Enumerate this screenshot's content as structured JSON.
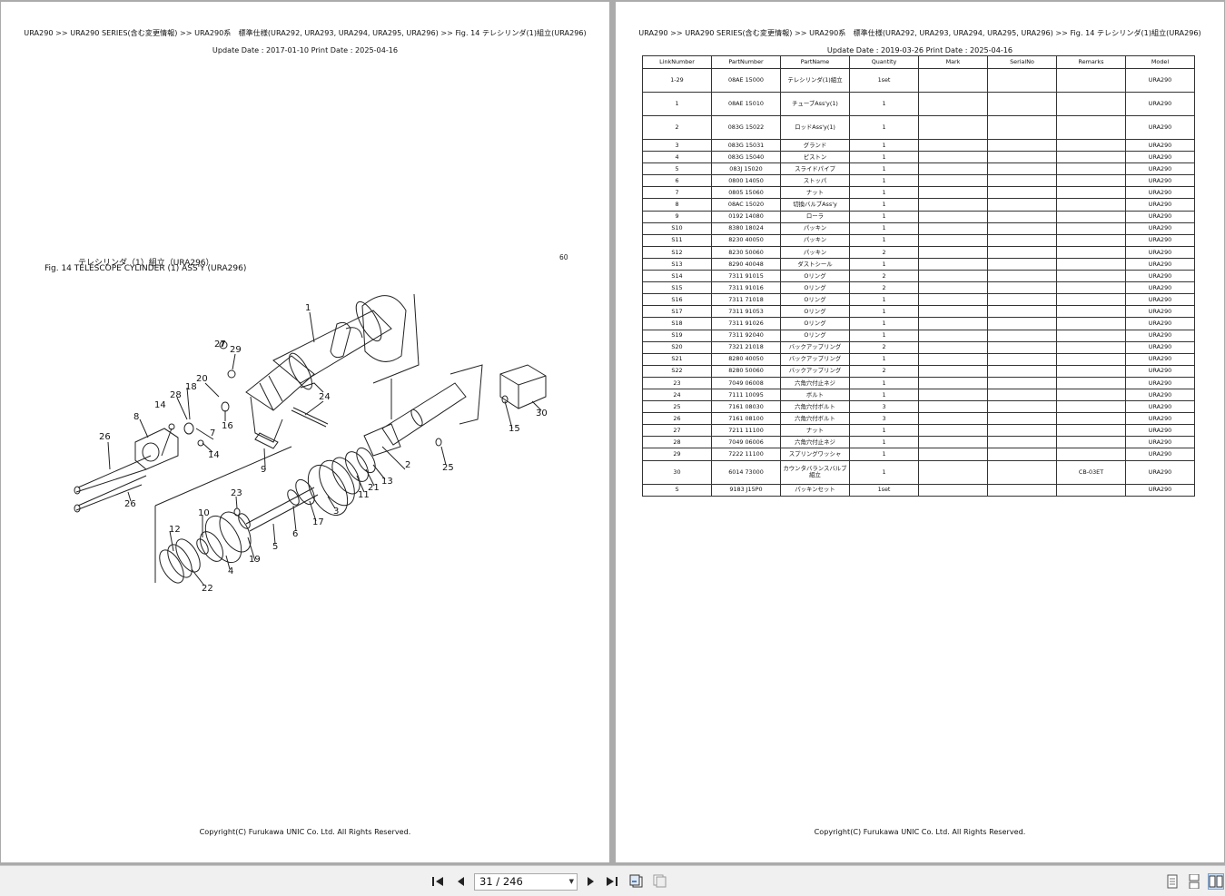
{
  "left_page": {
    "breadcrumb": "URA290 >> URA290 SERIES(含む変更情報) >> URA290系　標準仕様(URA292, URA293, URA294, URA295, URA296) >> Fig. 14 テレシリンダ(1)組立(URA296)",
    "dates": "Update Date : 2017-01-10   Print Date : 2025-04-16",
    "fig_title_jp": "テレシリンダ（1）組立（URA296）",
    "fig_title_en": "Fig. 14   TELESCOPE CYLINDER (1) ASS'Y (URA296)",
    "page_number": "60",
    "copyright": "Copyright(C) Furukawa UNIC Co. Ltd. All Rights Reserved.",
    "callouts": [
      "1",
      "2",
      "3",
      "4",
      "5",
      "6",
      "7",
      "8",
      "9",
      "10",
      "11",
      "12",
      "13",
      "14",
      "14",
      "15",
      "16",
      "17",
      "18",
      "19",
      "20",
      "21",
      "22",
      "23",
      "24",
      "25",
      "26",
      "26",
      "27",
      "28",
      "29",
      "30"
    ]
  },
  "right_page": {
    "breadcrumb": "URA290 >> URA290 SERIES(含む変更情報) >> URA290系　標準仕様(URA292, URA293, URA294, URA295, URA296) >> Fig. 14 テレシリンダ(1)組立(URA296)",
    "dates": "Update Date : 2019-03-26   Print Date : 2025-04-16",
    "copyright": "Copyright(C) Furukawa UNIC Co. Ltd. All Rights Reserved.",
    "table": {
      "headers": [
        "LinkNumber",
        "PartNumber",
        "PartName",
        "Quantity",
        "Mark",
        "SerialNo",
        "Remarks",
        "Model"
      ],
      "rows": [
        [
          "1-29",
          "08AE 15000",
          "テレシリンダ(1)組立",
          "1set",
          "",
          "",
          "",
          "URA290"
        ],
        [
          "1",
          "08AE 15010",
          "チューブAss'y(1)",
          "1",
          "",
          "",
          "",
          "URA290"
        ],
        [
          "2",
          "083G 15022",
          "ロッドAss'y(1)",
          "1",
          "",
          "",
          "",
          "URA290"
        ],
        [
          "3",
          "083G 15031",
          "グランド",
          "1",
          "",
          "",
          "",
          "URA290"
        ],
        [
          "4",
          "083G 15040",
          "ピストン",
          "1",
          "",
          "",
          "",
          "URA290"
        ],
        [
          "5",
          "083J 15020",
          "スライドパイプ",
          "1",
          "",
          "",
          "",
          "URA290"
        ],
        [
          "6",
          "0800 14050",
          "ストッパ",
          "1",
          "",
          "",
          "",
          "URA290"
        ],
        [
          "7",
          "0805 15060",
          "ナット",
          "1",
          "",
          "",
          "",
          "URA290"
        ],
        [
          "8",
          "08AC 15020",
          "切換バルブAss'y",
          "1",
          "",
          "",
          "",
          "URA290"
        ],
        [
          "9",
          "0192 14080",
          "ローラ",
          "1",
          "",
          "",
          "",
          "URA290"
        ],
        [
          "S10",
          "8380 18024",
          "パッキン",
          "1",
          "",
          "",
          "",
          "URA290"
        ],
        [
          "S11",
          "8230 40050",
          "パッキン",
          "1",
          "",
          "",
          "",
          "URA290"
        ],
        [
          "S12",
          "8230 50060",
          "パッキン",
          "2",
          "",
          "",
          "",
          "URA290"
        ],
        [
          "S13",
          "8290 40048",
          "ダストシール",
          "1",
          "",
          "",
          "",
          "URA290"
        ],
        [
          "S14",
          "7311 91015",
          "Oリング",
          "2",
          "",
          "",
          "",
          "URA290"
        ],
        [
          "S15",
          "7311 91016",
          "Oリング",
          "2",
          "",
          "",
          "",
          "URA290"
        ],
        [
          "S16",
          "7311 71018",
          "Oリング",
          "1",
          "",
          "",
          "",
          "URA290"
        ],
        [
          "S17",
          "7311 91053",
          "Oリング",
          "1",
          "",
          "",
          "",
          "URA290"
        ],
        [
          "S18",
          "7311 91026",
          "Oリング",
          "1",
          "",
          "",
          "",
          "URA290"
        ],
        [
          "S19",
          "7311 92040",
          "Oリング",
          "1",
          "",
          "",
          "",
          "URA290"
        ],
        [
          "S20",
          "7321 21018",
          "バックアップリング",
          "2",
          "",
          "",
          "",
          "URA290"
        ],
        [
          "S21",
          "8280 40050",
          "バックアップリング",
          "1",
          "",
          "",
          "",
          "URA290"
        ],
        [
          "S22",
          "8280 50060",
          "バックアップリング",
          "2",
          "",
          "",
          "",
          "URA290"
        ],
        [
          "23",
          "7049 06008",
          "六角穴付止ネジ",
          "1",
          "",
          "",
          "",
          "URA290"
        ],
        [
          "24",
          "7111 10095",
          "ボルト",
          "1",
          "",
          "",
          "",
          "URA290"
        ],
        [
          "25",
          "7161 08030",
          "六角穴付ボルト",
          "3",
          "",
          "",
          "",
          "URA290"
        ],
        [
          "26",
          "7161 08100",
          "六角穴付ボルト",
          "3",
          "",
          "",
          "",
          "URA290"
        ],
        [
          "27",
          "7211 11100",
          "ナット",
          "1",
          "",
          "",
          "",
          "URA290"
        ],
        [
          "28",
          "7049 06006",
          "六角穴付止ネジ",
          "1",
          "",
          "",
          "",
          "URA290"
        ],
        [
          "29",
          "7222 11100",
          "スプリングワッシャ",
          "1",
          "",
          "",
          "",
          "URA290"
        ],
        [
          "30",
          "6014 73000",
          "カウンタバランスバルブ組立",
          "1",
          "",
          "",
          "CB-03ET",
          "URA290"
        ],
        [
          "S",
          "9183 J15P0",
          "パッキンセット",
          "1set",
          "",
          "",
          "",
          "URA290"
        ]
      ]
    }
  },
  "toolbar": {
    "page_indicator": "31 / 246",
    "icons": [
      "first-page-icon",
      "prev-page-icon",
      "next-page-icon",
      "last-page-icon",
      "page-back-icon",
      "page-forward-icon",
      "single-page-view-icon",
      "continuous-view-icon",
      "two-page-view-icon"
    ]
  }
}
